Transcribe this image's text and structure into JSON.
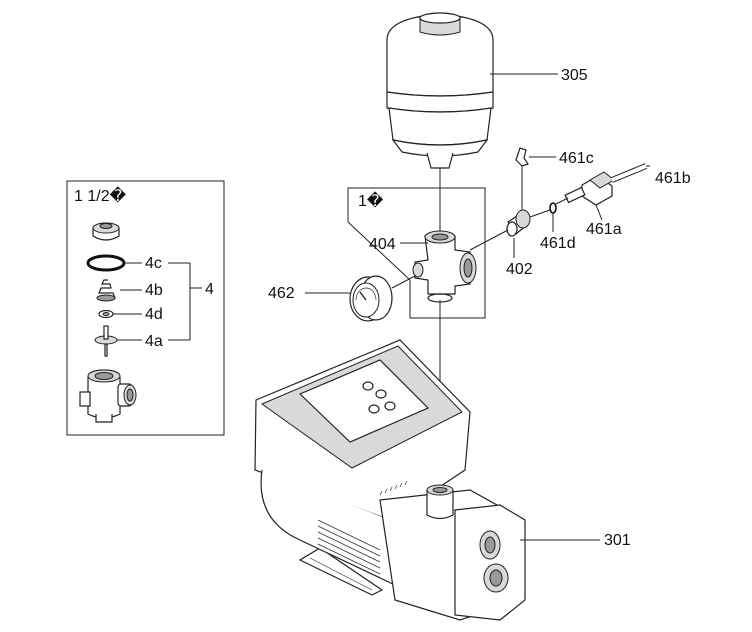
{
  "labels": {
    "tank": "305",
    "clip": "461c",
    "sensor": "461b",
    "kit_title": "1 1/2�",
    "group_title": "1�",
    "tee": "404",
    "sensor_connector": "461a",
    "oring": "461d",
    "nipple": "402",
    "gauge": "462",
    "pump": "301",
    "valve_c": "4c",
    "valve_b": "4b",
    "valve_d": "4d",
    "valve_a": "4a",
    "valve_group": "4"
  }
}
